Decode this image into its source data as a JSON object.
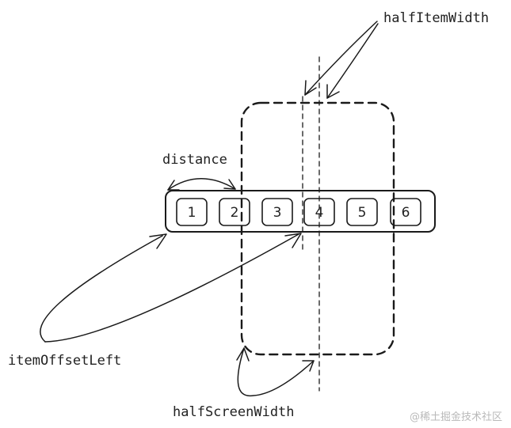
{
  "labels": {
    "half_item_width": "halfItemWidth",
    "distance": "distance",
    "item_offset_left": "itemOffsetLeft",
    "half_screen_width": "halfScreenWidth"
  },
  "items": [
    "1",
    "2",
    "3",
    "4",
    "5",
    "6"
  ],
  "watermark": "@稀土掘金技术社区",
  "colors": {
    "stroke": "#1a1a1a",
    "text": "#222222",
    "watermark": "#b9b9b9"
  }
}
